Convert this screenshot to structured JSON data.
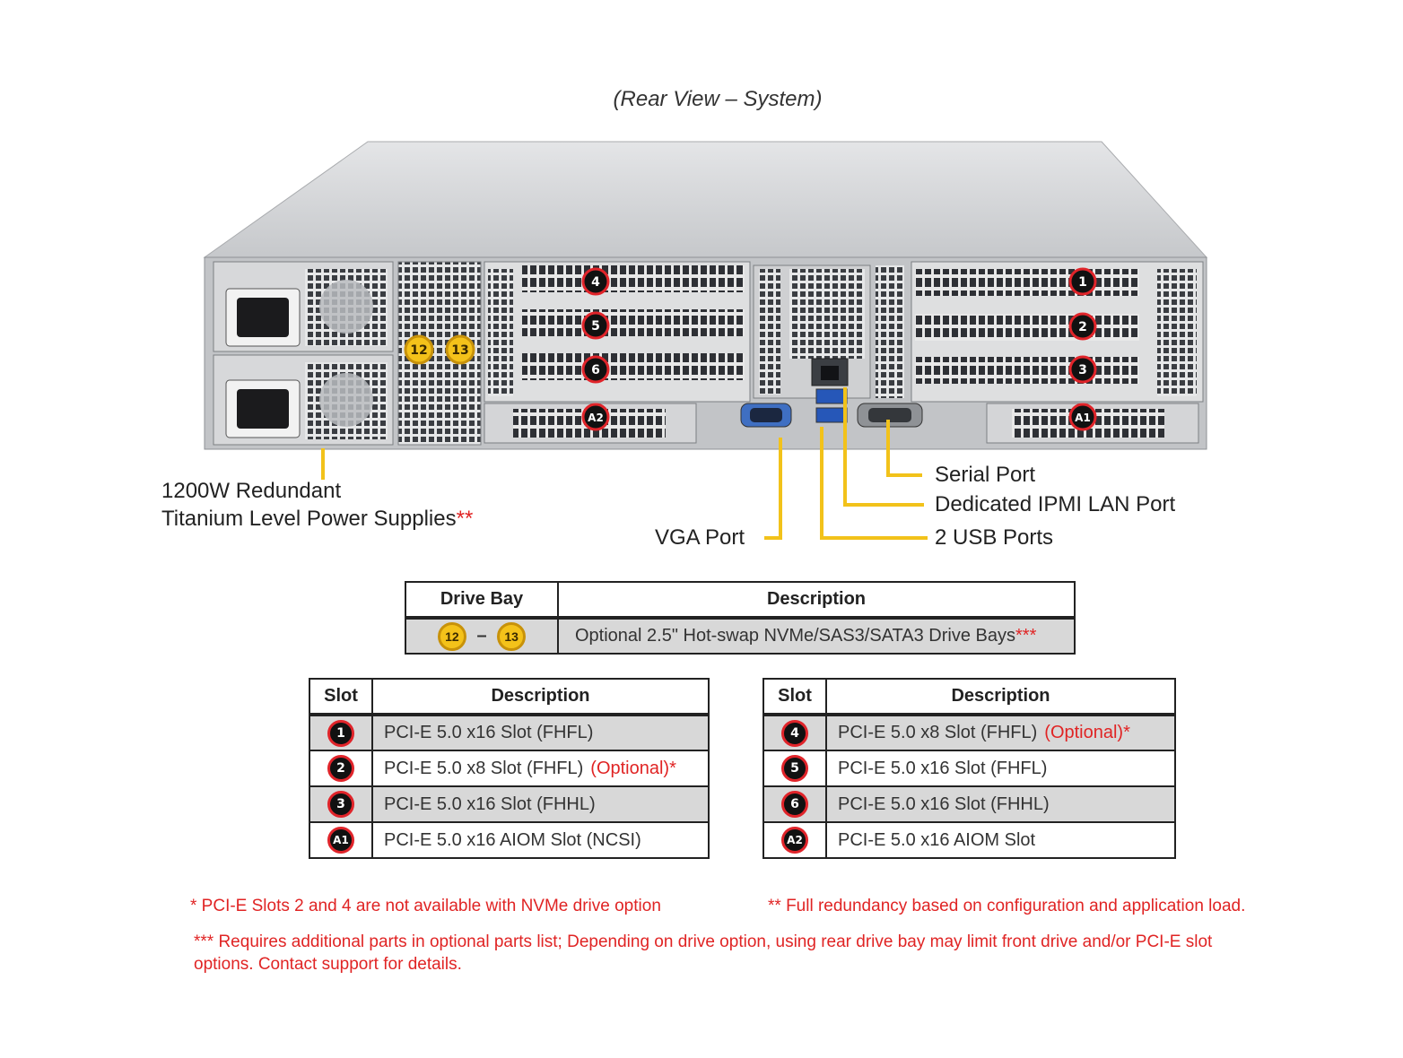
{
  "title": "(Rear View – System)",
  "callouts": {
    "psu_line1": "1200W Redundant",
    "psu_line2": "Titanium Level Power Supplies",
    "psu_mark": "**",
    "vga": "VGA Port",
    "serial": "Serial Port",
    "ipmi": "Dedicated IPMI  LAN Port",
    "usb": "2 USB Ports"
  },
  "chassis_badges": {
    "bay_12": "12",
    "bay_13": "13",
    "s4": "4",
    "s5": "5",
    "s6": "6",
    "a2": "A2",
    "s1": "1",
    "s2": "2",
    "s3": "3",
    "a1": "A1"
  },
  "drive_table": {
    "col1": "Drive Bay",
    "col2": "Description",
    "bay_from": "12",
    "dash": "–",
    "bay_to": "13",
    "desc": "Optional 2.5\" Hot-swap NVMe/SAS3/SATA3 Drive  Bays",
    "desc_mark": "***"
  },
  "slot_table_left": {
    "col1": "Slot",
    "col2": "Description",
    "rows": [
      {
        "slot": "1",
        "desc": "PCI-E  5.0 x16 Slot (FHFL)",
        "note": ""
      },
      {
        "slot": "2",
        "desc": "PCI-E  5.0 x8 Slot (FHFL)",
        "note": "(Optional)*"
      },
      {
        "slot": "3",
        "desc": "PCI-E  5.0 x16 Slot (FHHL)",
        "note": ""
      },
      {
        "slot": "A1",
        "desc": "PCI-E  5.0 x16 AIOM Slot (NCSI)",
        "note": ""
      }
    ]
  },
  "slot_table_right": {
    "col1": "Slot",
    "col2": "Description",
    "rows": [
      {
        "slot": "4",
        "desc": "PCI-E  5.0 x8 Slot (FHFL)",
        "note": "(Optional)*"
      },
      {
        "slot": "5",
        "desc": "PCI-E  5.0 x16 Slot (FHFL)",
        "note": ""
      },
      {
        "slot": "6",
        "desc": "PCI-E  5.0 x16 Slot (FHHL)",
        "note": ""
      },
      {
        "slot": "A2",
        "desc": "PCI-E  5.0 x16 AIOM  Slot",
        "note": ""
      }
    ]
  },
  "footnotes": {
    "f1": "*  PCI-E  Slots 2 and 4 are not available  with NVMe drive  option",
    "f2": "**  Full redundancy  based on configuration  and application load.",
    "f3": "*** Requires  additional parts in optional parts list; Depending  on drive  option, using rear drive bay may limit front drive  and/or PCI-E slot options. Contact support for details."
  },
  "colors": {
    "callout_line": "#f2c21a",
    "badge_ring": "#e0242a",
    "note_red": "#e02424",
    "chassis": "#c9cacc"
  }
}
